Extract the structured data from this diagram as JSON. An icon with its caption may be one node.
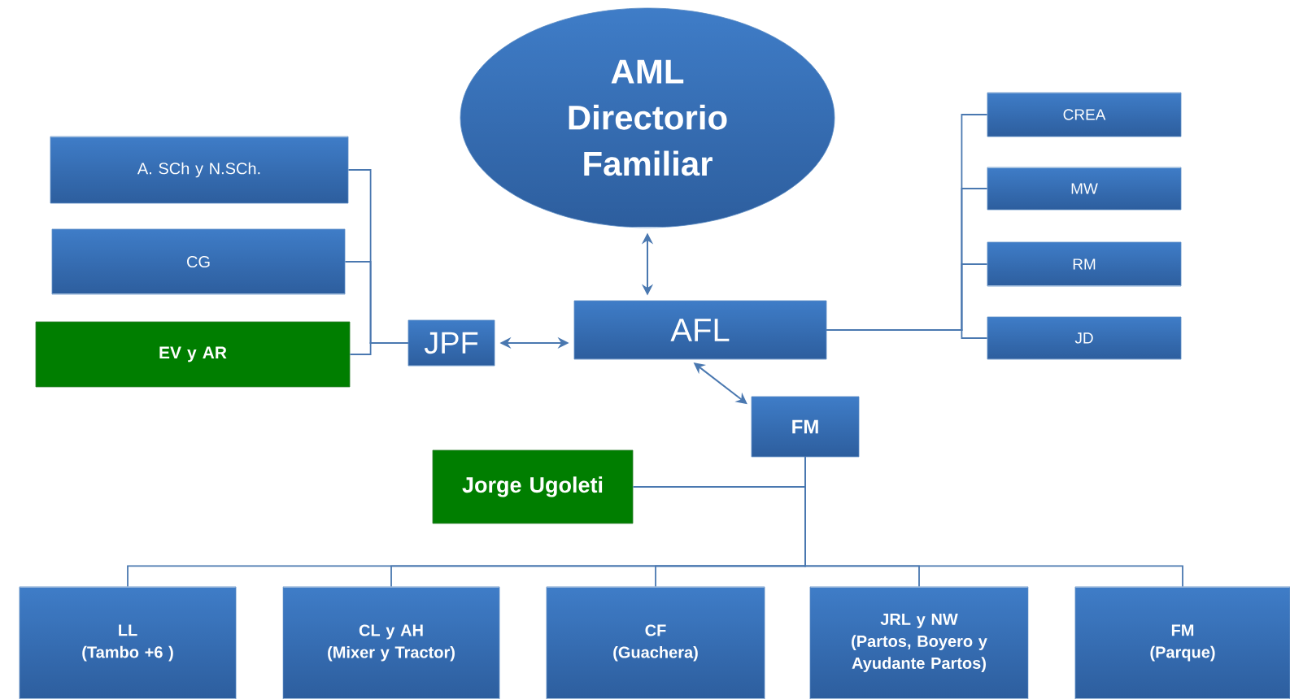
{
  "diagram": {
    "nodes": [
      {
        "text": [
          "AML Directorio Familiar"
        ]
      },
      {
        "text": [
          "A. SCh y N.SCh."
        ]
      },
      {
        "text": [
          "CG"
        ]
      },
      {
        "text": [
          "EV y AR"
        ]
      },
      {
        "text": [
          "JPF"
        ]
      },
      {
        "text": [
          "AFL"
        ]
      },
      {
        "text": [
          "CREA"
        ]
      },
      {
        "text": [
          "MW"
        ]
      },
      {
        "text": [
          "RM"
        ]
      },
      {
        "text": [
          "JD"
        ]
      },
      {
        "text": [
          "FM"
        ]
      },
      {
        "text": [
          "Jorge Ugoleti"
        ]
      },
      {
        "text": [
          "LL",
          "(Tambo +6 )"
        ]
      },
      {
        "text": [
          "CL y AH",
          "(Mixer y Tractor)"
        ]
      },
      {
        "text": [
          "CF",
          "(Guachera)"
        ]
      },
      {
        "text": [
          "JRL y NW",
          "(Partos, Boyero y Ayudante Partos)"
        ]
      },
      {
        "text": [
          "FM",
          "(Parque)"
        ]
      }
    ],
    "edges": [
      {
        "from": 0,
        "to": 5,
        "arrow": "both"
      },
      {
        "from": 4,
        "to": 5,
        "arrow": "both"
      },
      {
        "from": 5,
        "to": 10,
        "arrow": "both"
      },
      {
        "from": 4,
        "to": 1,
        "arrow": "none"
      },
      {
        "from": 4,
        "to": 2,
        "arrow": "none"
      },
      {
        "from": 4,
        "to": 3,
        "arrow": "none"
      },
      {
        "from": 5,
        "to": 6,
        "arrow": "none"
      },
      {
        "from": 5,
        "to": 7,
        "arrow": "none"
      },
      {
        "from": 5,
        "to": 8,
        "arrow": "none"
      },
      {
        "from": 5,
        "to": 9,
        "arrow": "none"
      },
      {
        "from": 10,
        "to": 11,
        "arrow": "none"
      },
      {
        "from": 10,
        "to": 12,
        "arrow": "none"
      },
      {
        "from": 10,
        "to": 13,
        "arrow": "none"
      },
      {
        "from": 10,
        "to": 14,
        "arrow": "none"
      },
      {
        "from": 10,
        "to": 15,
        "arrow": "none"
      },
      {
        "from": 10,
        "to": 16,
        "arrow": "none"
      }
    ]
  }
}
